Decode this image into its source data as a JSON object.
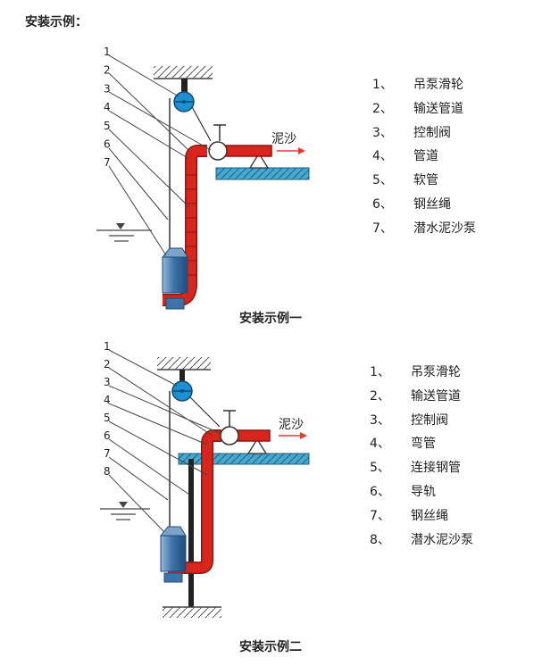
{
  "heading": "安装示例：",
  "example1": {
    "caption": "安装示例一",
    "flow_label": "泥沙",
    "callouts": [
      "1",
      "2",
      "3",
      "4",
      "5",
      "6",
      "7"
    ],
    "legend": [
      {
        "num": "1、",
        "label": "吊泵滑轮"
      },
      {
        "num": "2、",
        "label": "输送管道"
      },
      {
        "num": "3、",
        "label": "控制阀"
      },
      {
        "num": "4、",
        "label": "管道"
      },
      {
        "num": "5、",
        "label": "软管"
      },
      {
        "num": "6、",
        "label": "钢丝绳"
      },
      {
        "num": "7、",
        "label": "潜水泥沙泵"
      }
    ]
  },
  "example2": {
    "caption": "安装示例二",
    "flow_label": "泥沙",
    "callouts": [
      "1",
      "2",
      "3",
      "4",
      "5",
      "6",
      "7",
      "8"
    ],
    "legend": [
      {
        "num": "1、",
        "label": "吊泵滑轮"
      },
      {
        "num": "2、",
        "label": "输送管道"
      },
      {
        "num": "3、",
        "label": "控制阀"
      },
      {
        "num": "4、",
        "label": "弯管"
      },
      {
        "num": "5、",
        "label": "连接钢管"
      },
      {
        "num": "6、",
        "label": "导轨"
      },
      {
        "num": "7、",
        "label": "钢丝绳"
      },
      {
        "num": "8、",
        "label": "潜水泥沙泵"
      }
    ]
  },
  "colors": {
    "pipe": "#d8261c",
    "pulley": "#1e8fd0",
    "platform": "#48a7cf",
    "pump": "#4a7fb3",
    "arrow": "#e53a2e",
    "line": "#444444"
  }
}
